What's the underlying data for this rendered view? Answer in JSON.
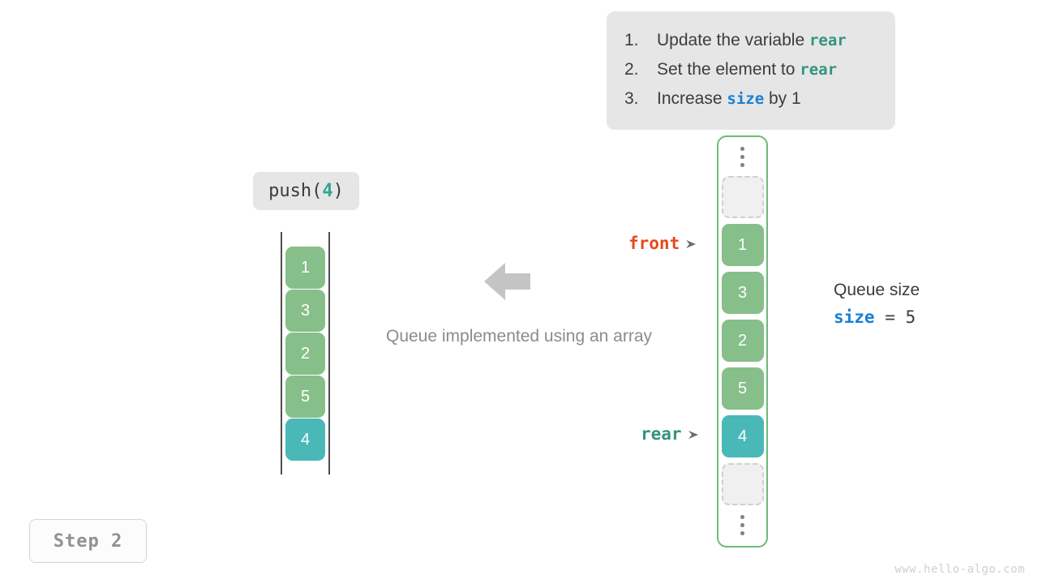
{
  "instructions": {
    "steps": [
      {
        "num": "1.",
        "pre": "Update the variable ",
        "code": "rear",
        "code_color": "teal",
        "post": ""
      },
      {
        "num": "2.",
        "pre": "Set the element to ",
        "code": "rear",
        "code_color": "teal",
        "post": ""
      },
      {
        "num": "3.",
        "pre": "Increase ",
        "code": "size",
        "code_color": "blue",
        "post": " by 1"
      }
    ]
  },
  "operation": {
    "name": "push(",
    "arg": "4",
    "close": ")"
  },
  "caption": "Queue implemented using an array",
  "left_queue": {
    "cells": [
      {
        "value": "1",
        "style": "green"
      },
      {
        "value": "3",
        "style": "green"
      },
      {
        "value": "2",
        "style": "green"
      },
      {
        "value": "5",
        "style": "green"
      },
      {
        "value": "4",
        "style": "teal"
      }
    ]
  },
  "array": {
    "top_ellipsis": "vertical-ellipsis-icon",
    "bottom_ellipsis": "vertical-ellipsis-icon",
    "cells": [
      {
        "value": "",
        "style": "empty"
      },
      {
        "value": "1",
        "style": "green"
      },
      {
        "value": "3",
        "style": "green"
      },
      {
        "value": "2",
        "style": "green"
      },
      {
        "value": "5",
        "style": "green"
      },
      {
        "value": "4",
        "style": "teal"
      },
      {
        "value": "",
        "style": "empty"
      }
    ]
  },
  "pointers": {
    "front": "front",
    "rear": "rear"
  },
  "size_info": {
    "title": "Queue size",
    "var": "size",
    "expr": " = 5"
  },
  "step_badge": "Step 2",
  "watermark": "www.hello-algo.com",
  "colors": {
    "green": "#86bf8a",
    "teal": "#4bb8b8",
    "front": "#e8491c",
    "rear": "#33937f",
    "blue": "#1a7fd4",
    "container_border": "#6cbb77",
    "panel_bg": "#e6e6e6"
  }
}
